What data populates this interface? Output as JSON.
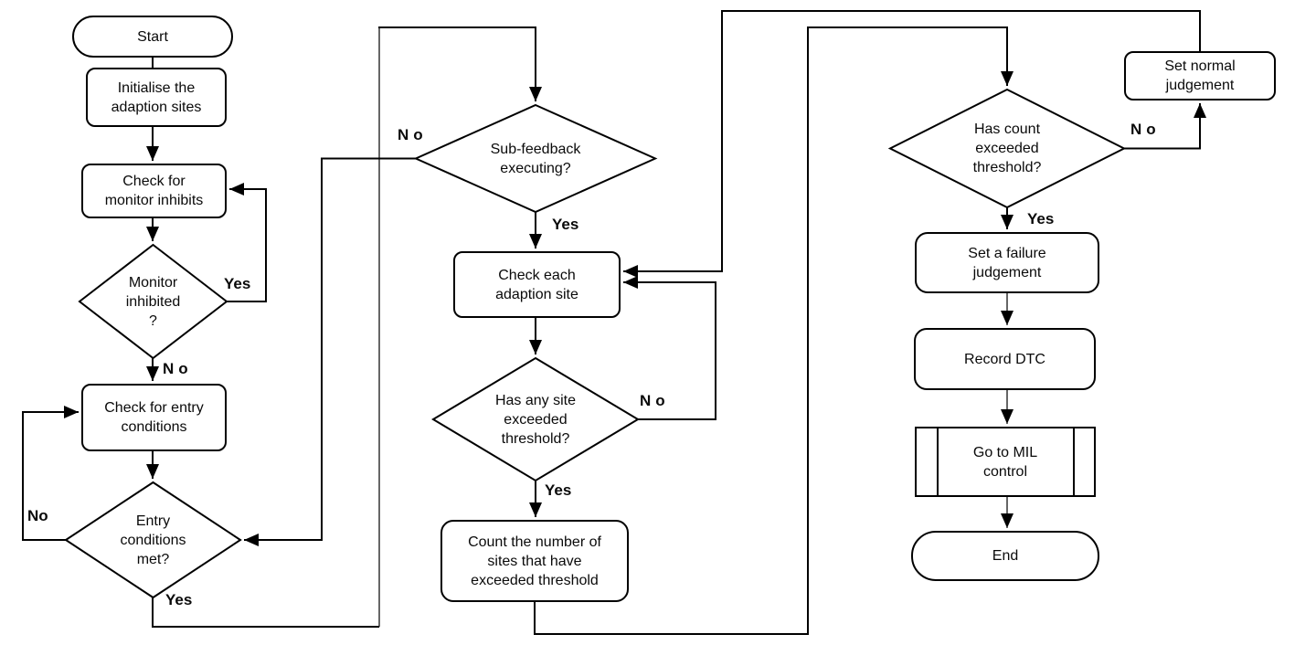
{
  "diagram": {
    "colors": {
      "background": "#ffffff",
      "stroke": "#000000",
      "text": "#0a0a0a"
    },
    "nodes": {
      "start": {
        "type": "terminator",
        "label": "Start"
      },
      "initialise": {
        "type": "process",
        "label": "Initialise the\nadaption sites"
      },
      "check_monitor_inhibits": {
        "type": "process",
        "label": "Check for\nmonitor inhibits"
      },
      "monitor_inhibited": {
        "type": "decision",
        "label": "Monitor\ninhibited\n?"
      },
      "check_entry_conditions": {
        "type": "process",
        "label": "Check for entry\nconditions"
      },
      "entry_conditions_met": {
        "type": "decision",
        "label": "Entry\nconditions\nmet?"
      },
      "sub_feedback_executing": {
        "type": "decision",
        "label": "Sub-feedback\nexecuting?"
      },
      "check_each_adaption_site": {
        "type": "process",
        "label": "Check each\nadaption site"
      },
      "site_exceeded_threshold": {
        "type": "decision",
        "label": "Has any site\nexceeded\nthreshold?"
      },
      "count_sites": {
        "type": "process",
        "label": "Count the number of\nsites that have\nexceeded threshold"
      },
      "count_exceeded_threshold": {
        "type": "decision",
        "label": "Has count\nexceeded\nthreshold?"
      },
      "set_normal_judgement": {
        "type": "process",
        "label": "Set normal\njudgement"
      },
      "set_failure_judgement": {
        "type": "process",
        "label": "Set a failure\njudgement"
      },
      "record_dtc": {
        "type": "process",
        "label": "Record DTC"
      },
      "go_to_mil_control": {
        "type": "predefined_process",
        "label": "Go to MIL\ncontrol"
      },
      "end": {
        "type": "terminator",
        "label": "End"
      }
    },
    "edge_labels": {
      "monitor_yes": "Yes",
      "monitor_no": "No",
      "entry_no": "No",
      "entry_yes": "Yes",
      "sub_feedback_no": "No",
      "sub_feedback_yes": "Yes",
      "site_no": "No",
      "site_yes": "Yes",
      "count_no": "No",
      "count_yes": "Yes"
    }
  }
}
